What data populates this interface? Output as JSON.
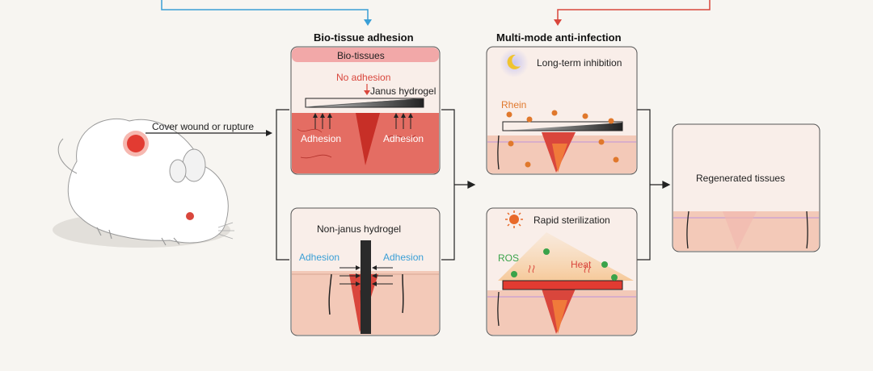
{
  "sections": {
    "adhesion_title": "Bio-tissue adhesion",
    "anti_infection_title": "Multi-mode anti-infection"
  },
  "mouse": {
    "arrow_label": "Cover wound or rupture"
  },
  "panel_janus": {
    "top_layer": "Bio-tissues",
    "no_adhesion": "No adhesion",
    "hydrogel": "Janus hydrogel",
    "adhesion_left": "Adhesion",
    "adhesion_right": "Adhesion"
  },
  "panel_nonjanus": {
    "hydrogel": "Non-janus hydrogel",
    "adhesion_left": "Adhesion",
    "adhesion_right": "Adhesion"
  },
  "panel_longterm": {
    "title": "Long-term inhibition",
    "drug": "Rhein"
  },
  "panel_rapid": {
    "title": "Rapid sterilization",
    "ros": "ROS",
    "heat": "Heat"
  },
  "panel_regen": {
    "title": "Regenerated tissues"
  },
  "colors": {
    "tissue_red": "#d9463c",
    "skin_pink": "#f3c9b8",
    "rhein_orange": "#e0782c",
    "ros_green": "#3aa34a",
    "adhesion_blue": "#3a9fd6",
    "top_line_blue": "#3a9fd6",
    "top_line_red": "#d9463c"
  }
}
